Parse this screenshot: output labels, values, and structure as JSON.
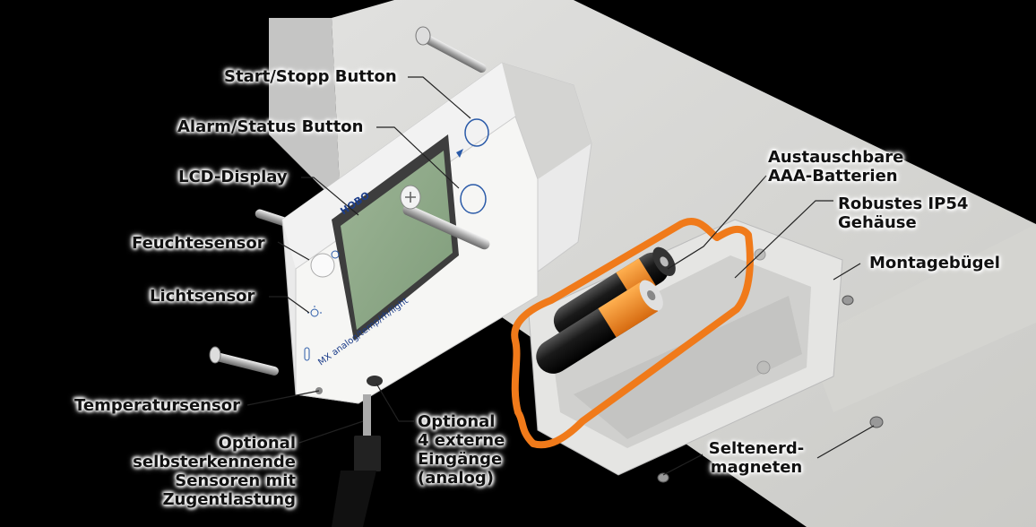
{
  "device": {
    "brand": "HOBO",
    "model_text": "MX analog/temp/rh/light"
  },
  "labels": {
    "start_stop": "Start/Stopp Button",
    "alarm_status": "Alarm/Status Button",
    "lcd": "LCD-Display",
    "humidity": "Feuchtesensor",
    "light": "Lichtsensor",
    "temperature": "Temperatursensor",
    "optional_sensors": [
      "Optional",
      "selbsterkennende",
      "Sensoren mit",
      "Zugentlastung"
    ],
    "optional_inputs": [
      "Optional",
      "4 externe",
      "Eingänge",
      "(analog)"
    ],
    "batteries": [
      "Austauschbare",
      "AAA-Batterien"
    ],
    "housing": [
      "Robustes IP54",
      "Gehäuse"
    ],
    "bracket": "Montagebügel",
    "magnets": [
      "Seltenerd-",
      "magneten"
    ]
  },
  "colors": {
    "gasket": "#f07a1a",
    "lcd": "#8fa88a",
    "housing": "#eeeeee",
    "button_ring": "#2a5aa8",
    "battery_band": "#f08a20"
  }
}
